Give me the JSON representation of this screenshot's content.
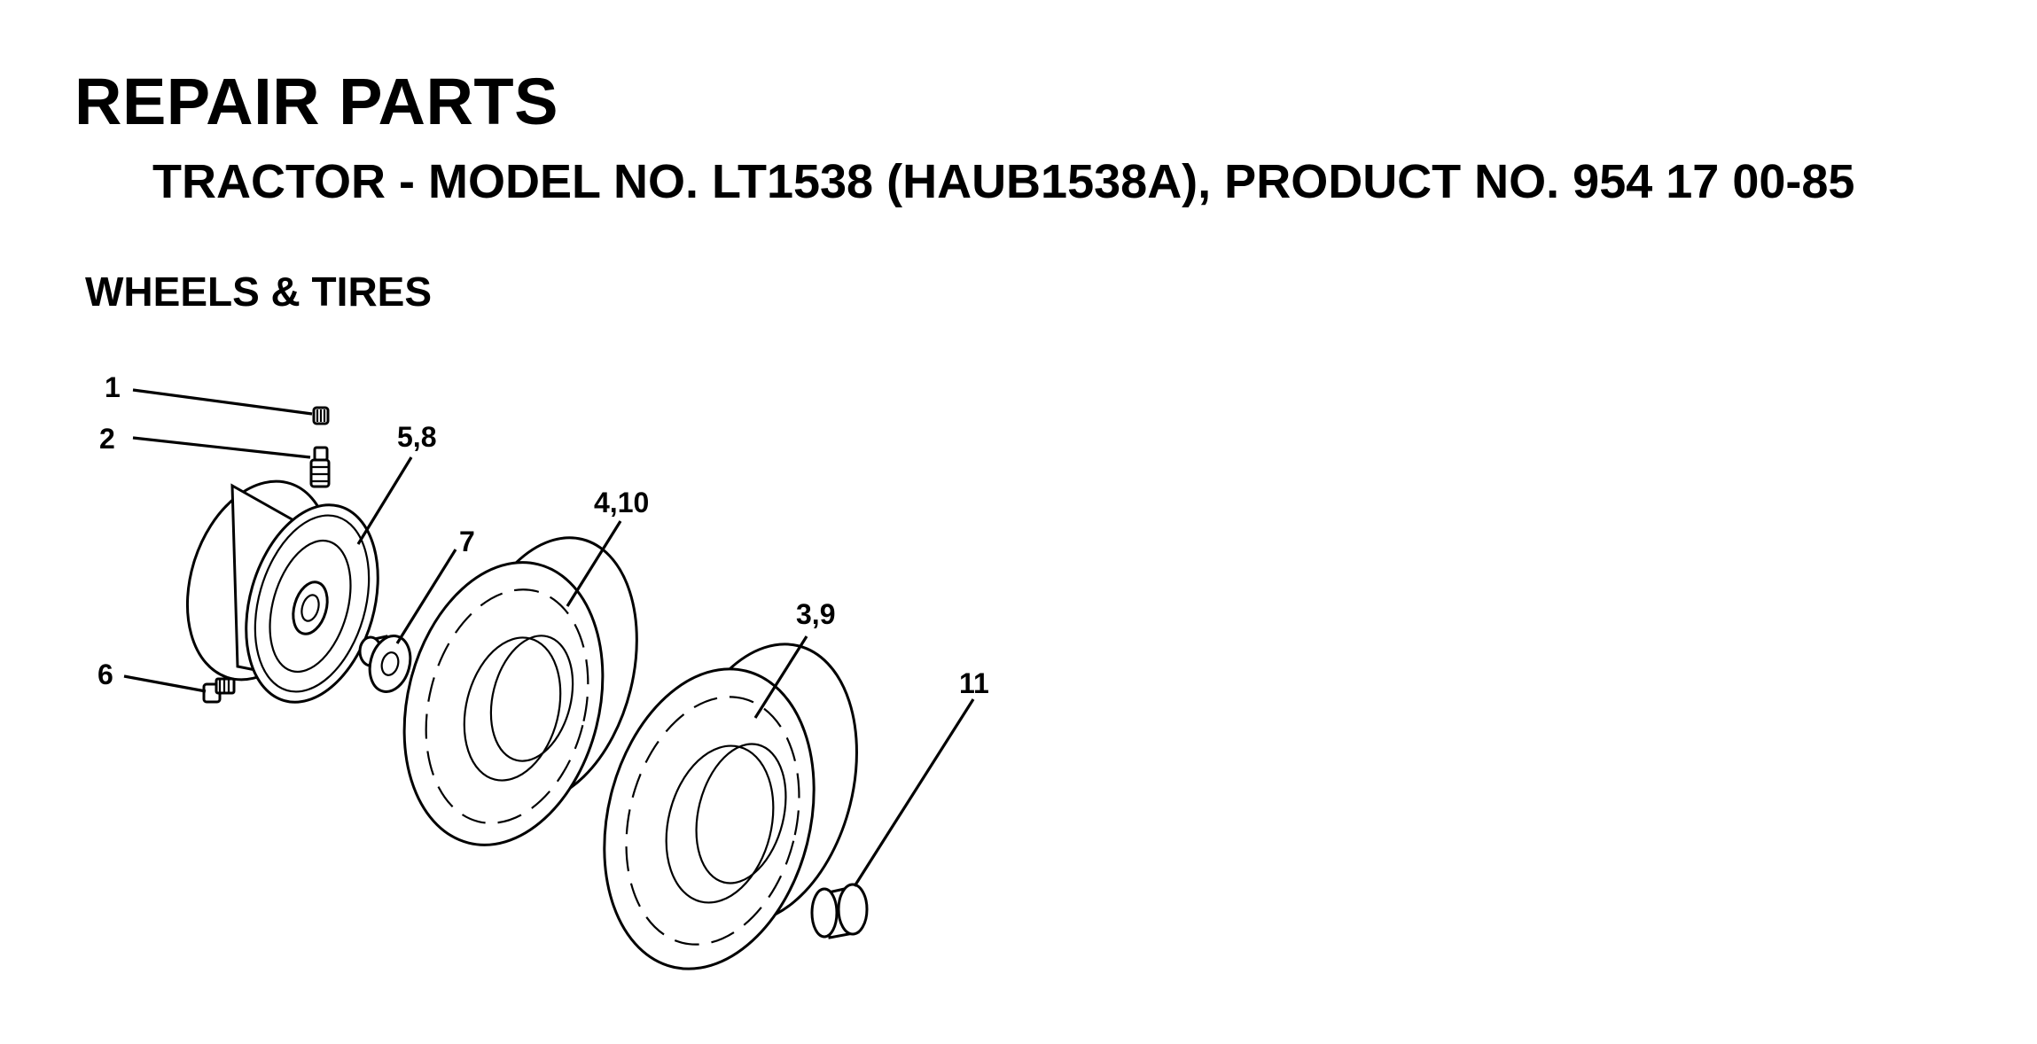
{
  "header": {
    "title": "REPAIR PARTS",
    "subtitle": "TRACTOR - MODEL NO. LT1538 (HAUB1538A), PRODUCT NO. 954 17 00-85"
  },
  "section": {
    "heading": "WHEELS & TIRES"
  },
  "callouts": {
    "valve_cap": "1",
    "valve_stem": "2",
    "rim": "5,8",
    "lug_bolt": "6",
    "bushing": "7",
    "tire_small": "4,10",
    "tire_large": "3,9",
    "hub_cap": "11"
  }
}
